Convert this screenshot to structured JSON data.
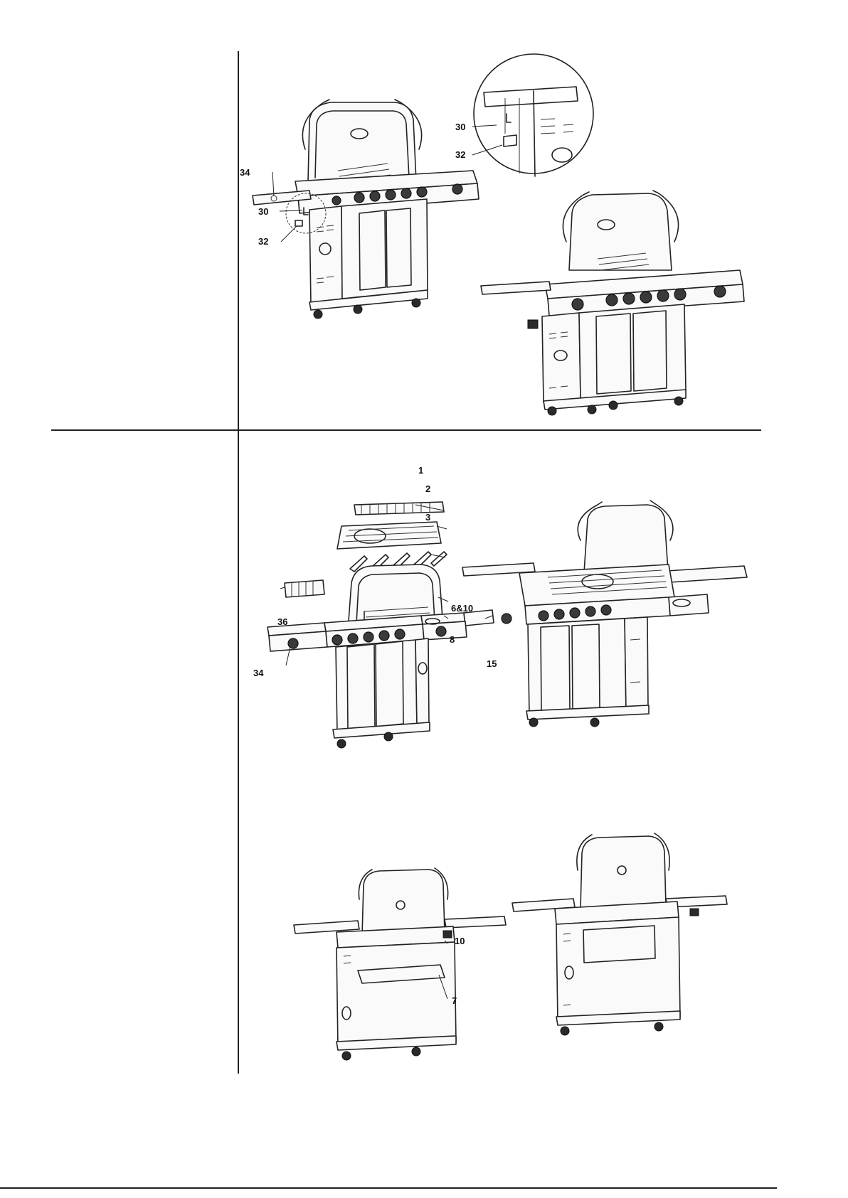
{
  "step_top": {
    "figure_left": {
      "callouts": [
        "34",
        "30",
        "32"
      ]
    },
    "detail_circle": {
      "callouts": [
        "30",
        "32"
      ]
    }
  },
  "step_bottom": {
    "exploded_view": {
      "callouts": [
        "1",
        "2",
        "3",
        "6&10",
        "8",
        "36",
        "15",
        "34"
      ]
    },
    "rear_view": {
      "callouts": [
        "10",
        "7"
      ]
    }
  }
}
